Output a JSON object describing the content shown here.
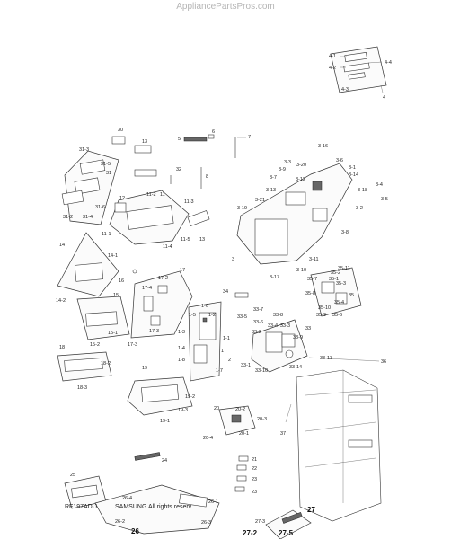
{
  "watermark": "AppliancePartsPros.com",
  "copyright": "SAMSUNG All rights reserv",
  "footer_code": "RF197AD·1",
  "labels": {
    "p4_1": "4-1",
    "p4_2": "4-2",
    "p4_3": "4-3",
    "p4_4": "4-4",
    "p4": "4",
    "p30": "30",
    "p13a": "13",
    "p5": "5",
    "p6": "6",
    "p7": "7",
    "p31_3": "31-3",
    "p31_5": "31-5",
    "p31": "31",
    "p31_6": "31-6",
    "p31_2": "31-2",
    "p31_4": "31-4",
    "p32": "32",
    "p8": "8",
    "p12": "12",
    "p11": "11",
    "p11_2": "11-2",
    "p11_3": "11-3",
    "p11_1": "11-1",
    "p11_5": "11-5",
    "p11_4": "11-4",
    "p13b": "13",
    "p14": "14",
    "p14_1": "14-1",
    "p14_2": "14-2",
    "p16": "16",
    "p17": "17",
    "p17_2": "17-2",
    "p17_4": "17-4",
    "p17_3": "17-3",
    "p17_3b": "17-3",
    "p15": "15",
    "p15_1": "15-1",
    "p15_2": "15-2",
    "p34": "34",
    "p1_6": "1-6",
    "p1_5": "1-5",
    "p1_2": "1-2",
    "p1_3": "1-3",
    "p1_1": "1-1",
    "p1_4": "1-4",
    "p1_8": "1-8",
    "p1_7": "1-7",
    "p1": "1",
    "p2": "2",
    "p18": "18",
    "p18_2": "18-2",
    "p18_3": "18-3",
    "p19": "19",
    "p19_2": "19-2",
    "p19_3": "19-3",
    "p19_1": "19-1",
    "p3_16": "3-16",
    "p3_6": "3-6",
    "p3_1": "3-1",
    "p3_14": "3-14",
    "p3_4": "3-4",
    "p3_18": "3-18",
    "p3_5": "3-5",
    "p3_2": "3-2",
    "p3_8": "3-8",
    "p3_11": "3-11",
    "p3_10": "3-10",
    "p3_9": "3-9",
    "p3_20": "3-20",
    "p3_7": "3-7",
    "p3_13": "3-13",
    "p3_21": "3-21",
    "p3_19": "3-19",
    "p3_17": "3-17",
    "p3_3": "3-3",
    "p3_12": "3-12",
    "p3": "3",
    "p35_11": "35-11",
    "p35_1": "35-1",
    "p35_2": "35-2",
    "p35_3": "35-3",
    "p35_7": "35-7",
    "p35": "35",
    "p35_8": "35-8",
    "p35_10": "35-10",
    "p35_9": "35-9",
    "p35_4": "35-4",
    "p35_6": "35-6",
    "p33_5": "33-5",
    "p33_7": "33-7",
    "p33_8": "33-8",
    "p33_6": "33-6",
    "p33_4": "33-4",
    "p33_2": "33-2",
    "p33_3": "33-3",
    "p33_1": "33-1",
    "p33": "33",
    "p33_9": "33-9",
    "p33_10": "33-10",
    "p33_14": "33-14",
    "p33_13": "33-13",
    "p36": "36",
    "p20": "20",
    "p20_2": "20-2",
    "p20_3": "20-3",
    "p20_4": "20-4",
    "p20_1": "20-1",
    "p37": "37",
    "p21": "21",
    "p22": "22",
    "p23": "23",
    "p23b": "23",
    "p24": "24",
    "p25": "25",
    "p26_4": "26-4",
    "p26_1": "26-1",
    "p26_2": "26-2",
    "p26_3": "26-3",
    "p26": "26",
    "p27": "27",
    "p27_3": "27-3",
    "p27_2": "27-2",
    "p27_5": "27-5"
  }
}
